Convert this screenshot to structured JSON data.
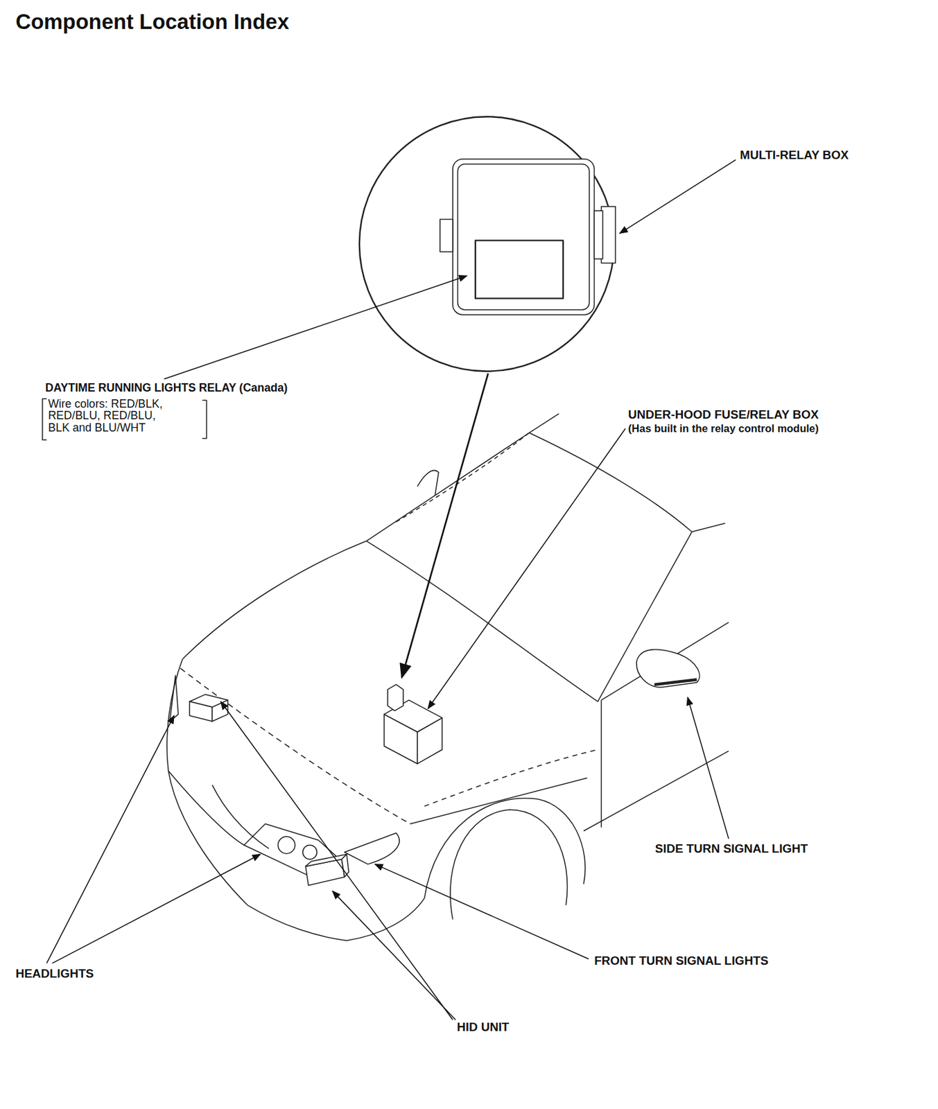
{
  "diagram": {
    "title": "Component Location Index",
    "labels": [
      "MULTI-RELAY BOX",
      "DAYTIME RUNNING LIGHTS RELAY (Canada)",
      "Wire colors: RED/BLK, RED/BLU, RED/BLU, BLK and BLU/WHT",
      "UNDER-HOOD FUSE/RELAY BOX",
      "(Has built in the relay control module)",
      "SIDE TURN SIGNAL LIGHT",
      "FRONT TURN SIGNAL LIGHTS",
      "HEADLIGHTS",
      "HID UNIT"
    ]
  }
}
